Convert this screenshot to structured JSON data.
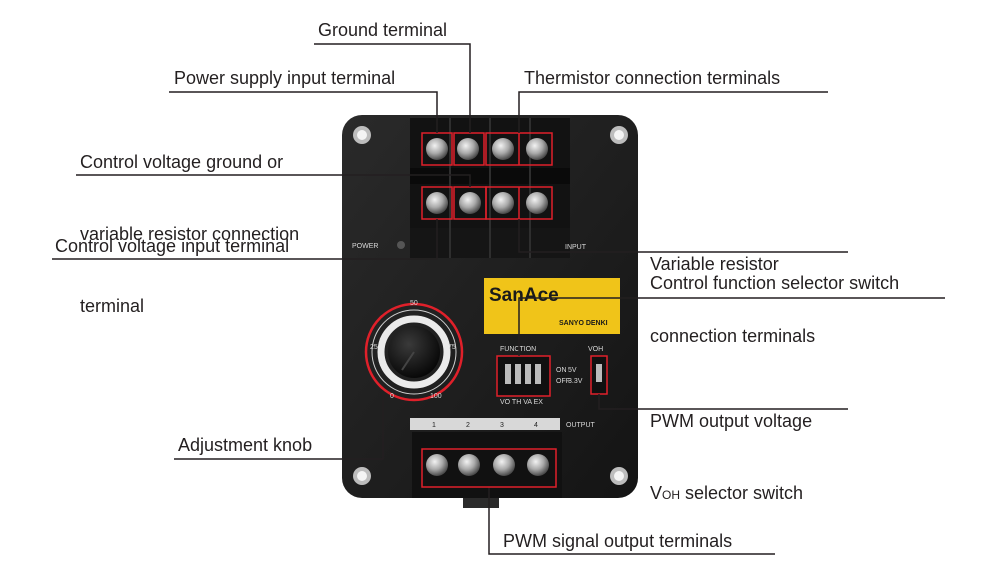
{
  "labels": {
    "ground_terminal": "Ground terminal",
    "power_supply_input_terminal": "Power supply input terminal",
    "thermistor_connection_terminals": "Thermistor connection terminals",
    "control_voltage_ground_line1": "Control voltage ground or",
    "control_voltage_ground_line2": "variable resistor connection",
    "control_voltage_ground_line3": "terminal",
    "control_voltage_input_terminal": "Control voltage input terminal",
    "variable_resistor_line1": "Variable resistor",
    "variable_resistor_line2": "connection terminals",
    "control_function_selector_switch": "Control function selector switch",
    "pwm_output_voltage_line1": "PWM output voltage",
    "pwm_output_voltage_line2_prefix": "V",
    "pwm_output_voltage_line2_sub": "OH",
    "pwm_output_voltage_line2_suffix": " selector switch",
    "adjustment_knob": "Adjustment knob",
    "pwm_signal_output_terminals": "PWM signal output terminals"
  },
  "device": {
    "brand": "SanAce",
    "maker": "SANYO DENKI",
    "power_label": "POWER",
    "input_label": "INPUT",
    "output_label": "OUTPUT",
    "function_label": "FUNCTION",
    "voh_label": "VOH",
    "switch_bottom_labels": "VO TH VA EX",
    "switch_on_label": "ON",
    "switch_off_label": "OFF",
    "voh_5v": "5V",
    "voh_33v": "3.3V",
    "dial_ticks": [
      "0",
      "25",
      "50",
      "75",
      "100"
    ],
    "output_terminal_numbers": [
      "1",
      "2",
      "3",
      "4"
    ]
  },
  "colors": {
    "callout_red": "#e0202a",
    "leader_line": "#231f20",
    "device_body": "#1d1d1d",
    "brand_yellow": "#f0c419"
  }
}
